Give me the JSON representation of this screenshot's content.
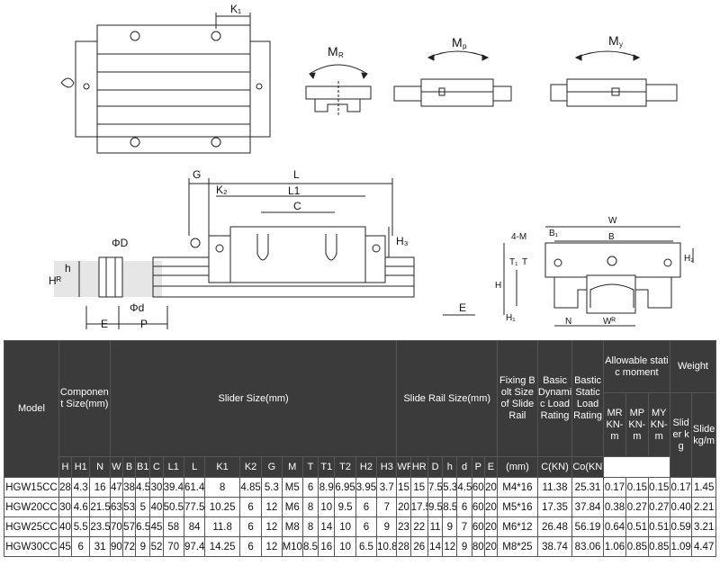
{
  "drawing_labels": {
    "k1_top": "K₁",
    "mr": "M",
    "mr_sub": "R",
    "mp": "M",
    "mp_sub": "p",
    "my": "M",
    "my_sub": "y",
    "g": "G",
    "l": "L",
    "k2": "K₂",
    "l1": "L1",
    "c": "C",
    "h3": "H₃",
    "phi_d_top": "ΦD",
    "h": "h",
    "hr": "Hᴿ",
    "phi_d_bottom": "Φd",
    "e_left": "E",
    "p": "P",
    "e_right": "E",
    "w": "W",
    "four_m": "4-M",
    "b1": "B₁",
    "b": "B",
    "t1": "T₁",
    "t": "T",
    "h2": "H₂",
    "h_side": "H",
    "h1": "H₁",
    "n": "N",
    "wr": "Wᴿ"
  },
  "table": {
    "model": "Model",
    "component_size": "Component Size(mm)",
    "slider_size": "Slider Size(mm)",
    "slide_rail_size": "Slide Rail Size(mm)",
    "fixing_bolt": "Fixing Bolt Size of Slide Rail",
    "basic_dynamic": "Basic Dynamic Load Rating",
    "basic_static": "Bastic Static Load Rating",
    "allowable_moment": "Allowable static moment",
    "weight": "Weight",
    "mr_col": "MR KN-m",
    "mp_col": "MP KN-m",
    "my_col": "MY KN-m",
    "slider_kg": "Slider kg",
    "slide_kg": "Slide kg/m",
    "symbols": [
      "H",
      "H1",
      "N",
      "W",
      "B",
      "B1",
      "C",
      "L1",
      "L",
      "K1",
      "K2",
      "G",
      "M",
      "T",
      "T1",
      "T2",
      "H2",
      "H3",
      "WR",
      "HR",
      "D",
      "h",
      "d",
      "P",
      "E",
      "(mm)",
      "C(KN)",
      "Co(KN)"
    ],
    "rows": [
      [
        "HGW15CC",
        "28",
        "4.3",
        "16",
        "47",
        "38",
        "4.5",
        "30",
        "39.4",
        "61.4",
        "8",
        "4.85",
        "5.3",
        "M5",
        "6",
        "8.9",
        "6.95",
        "3.95",
        "3.7",
        "15",
        "15",
        "7.5",
        "5.3",
        "4.5",
        "60",
        "20",
        "M4*16",
        "11.38",
        "25.31",
        "0.17",
        "0.15",
        "0.15",
        "0.17",
        "1.45"
      ],
      [
        "HGW20CC",
        "30",
        "4.6",
        "21.5",
        "63",
        "53",
        "5",
        "40",
        "50.5",
        "77.5",
        "10.25",
        "6",
        "12",
        "M6",
        "8",
        "10",
        "9.5",
        "6",
        "7",
        "20",
        "17.5",
        "9.5",
        "8.5",
        "6",
        "60",
        "20",
        "M5*16",
        "17.35",
        "37.84",
        "0.38",
        "0.27",
        "0.27",
        "0.40",
        "2.21"
      ],
      [
        "HGW25CC",
        "40",
        "5.5",
        "23.5",
        "70",
        "57",
        "6.5",
        "45",
        "58",
        "84",
        "11.8",
        "6",
        "12",
        "M8",
        "8",
        "14",
        "10",
        "6",
        "9",
        "23",
        "22",
        "11",
        "9",
        "7",
        "60",
        "20",
        "M6*12",
        "26.48",
        "56.19",
        "0.64",
        "0.51",
        "0.51",
        "0.59",
        "3.21"
      ],
      [
        "HGW30CC",
        "45",
        "6",
        "31",
        "90",
        "72",
        "9",
        "52",
        "70",
        "97.4",
        "14.25",
        "6",
        "12",
        "M10",
        "8.5",
        "16",
        "10",
        "6.5",
        "10.8",
        "28",
        "26",
        "14",
        "12",
        "9",
        "80",
        "20",
        "M8*25",
        "38.74",
        "83.06",
        "1.06",
        "0.85",
        "0.85",
        "1.09",
        "4.47"
      ]
    ]
  }
}
